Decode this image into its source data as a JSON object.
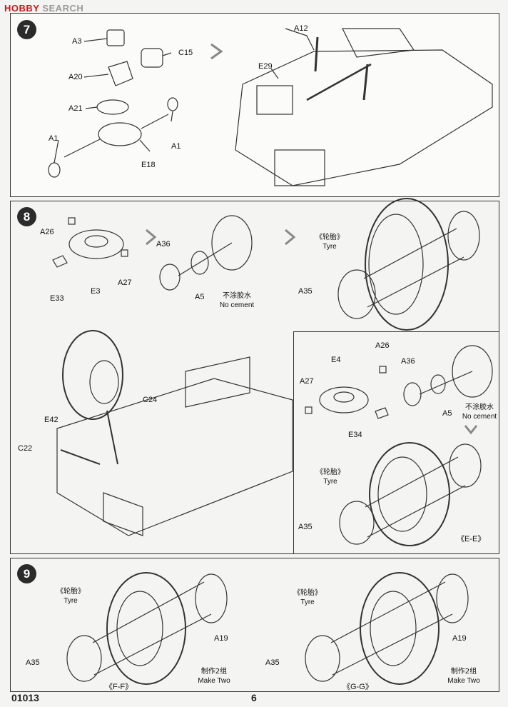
{
  "header": {
    "brand_hobby": "HOBBY",
    "brand_search": "SEARCH"
  },
  "steps": [
    {
      "number": "7"
    },
    {
      "number": "8"
    },
    {
      "number": "9"
    }
  ],
  "step7": {
    "parts": [
      "A3",
      "C15",
      "A20",
      "A21",
      "A1",
      "E18",
      "A1",
      "A12",
      "E29"
    ]
  },
  "step8": {
    "parts_left": [
      "A26",
      "E33",
      "E3",
      "A27",
      "A36",
      "A5",
      "A35"
    ],
    "tyre_cn": "《轮胎》",
    "tyre_en": "Tyre",
    "no_cement_cn": "不涂胶水",
    "no_cement_en": "No cement",
    "parts_assembly": [
      "C24",
      "E42",
      "C22"
    ],
    "inset": {
      "parts": [
        "A26",
        "E4",
        "A36",
        "A27",
        "A5",
        "E34",
        "A35"
      ],
      "tyre_cn": "《轮胎》",
      "tyre_en": "Tyre",
      "no_cement_cn": "不涂胶水",
      "no_cement_en": "No cement",
      "view": "《E-E》"
    }
  },
  "step9": {
    "left": {
      "tyre_cn": "《轮胎》",
      "tyre_en": "Tyre",
      "rim": "A19",
      "hub": "A35",
      "view": "《F-F》",
      "make_cn": "制作2组",
      "make_en": "Make Two"
    },
    "right": {
      "tyre_cn": "《轮胎》",
      "tyre_en": "Tyre",
      "rim": "A19",
      "hub": "A35",
      "view": "《G-G》",
      "make_cn": "制作2组",
      "make_en": "Make Two"
    }
  },
  "footer": {
    "code": "01013",
    "page": "6"
  }
}
